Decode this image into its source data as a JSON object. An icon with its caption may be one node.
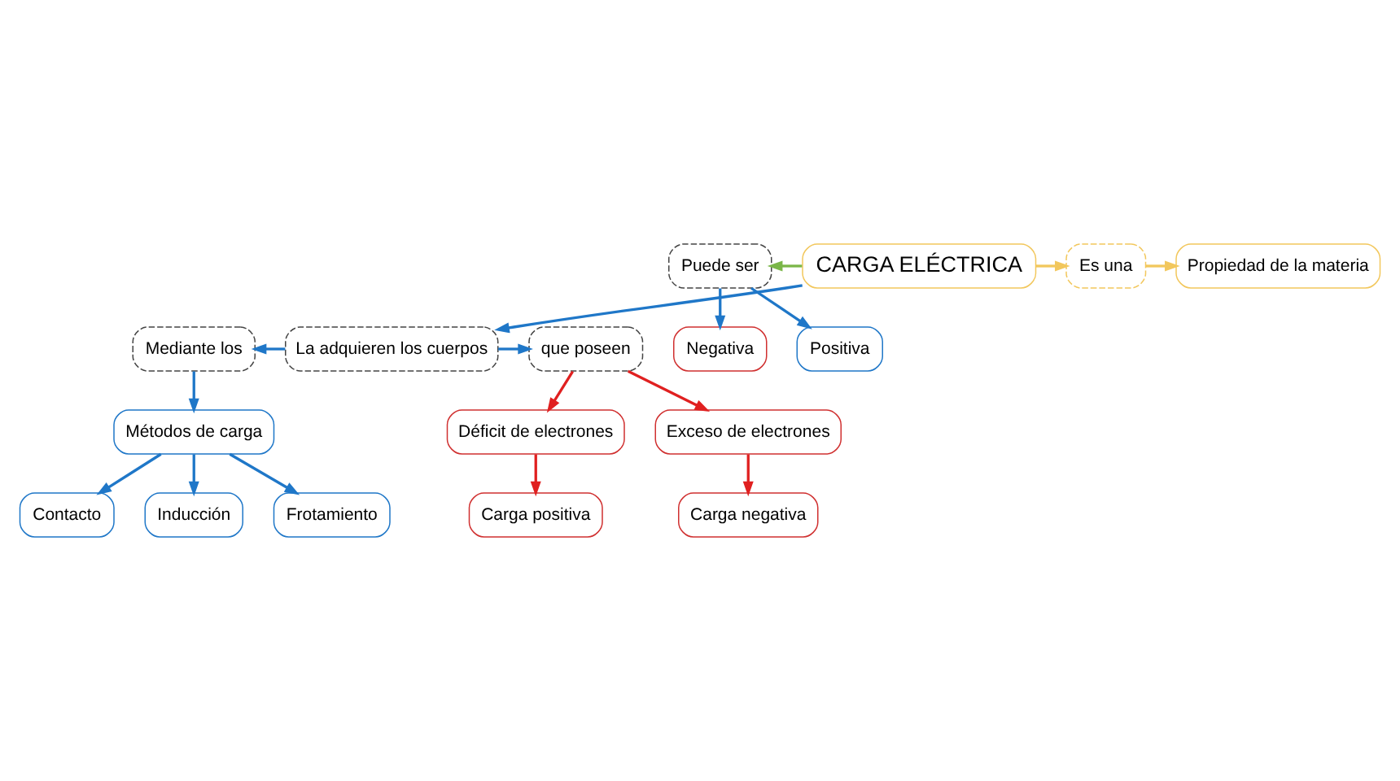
{
  "diagram": {
    "nodes": [
      {
        "text": [
          "CARGA ELÉCTRICA"
        ]
      },
      {
        "text": [
          "Puede ser"
        ]
      },
      {
        "text": [
          "Positiva"
        ]
      },
      {
        "text": [
          "Negativa"
        ]
      },
      {
        "text": [
          "Es una"
        ]
      },
      {
        "text": [
          "Propiedad de la materia"
        ]
      },
      {
        "text": [
          "La adquieren los cuerpos"
        ]
      },
      {
        "text": [
          "Mediante los"
        ]
      },
      {
        "text": [
          "que poseen"
        ]
      },
      {
        "text": [
          "Métodos de carga"
        ]
      },
      {
        "text": [
          "Frotamiento"
        ]
      },
      {
        "text": [
          "Contacto"
        ]
      },
      {
        "text": [
          "Inducción"
        ]
      },
      {
        "text": [
          "Exceso de electrones"
        ]
      },
      {
        "text": [
          "Déficit de electrones"
        ]
      },
      {
        "text": [
          "Carga negativa"
        ]
      },
      {
        "text": [
          "Carga positiva"
        ]
      }
    ],
    "edges": [
      {
        "from": 0,
        "to": 1,
        "arrow": "to",
        "color": "#7ab648"
      },
      {
        "from": 1,
        "to": 2,
        "arrow": "to"
      },
      {
        "from": 1,
        "to": 3,
        "arrow": "to"
      },
      {
        "from": 0,
        "to": 4,
        "arrow": "to",
        "color": "#f2c75c"
      },
      {
        "from": 4,
        "to": 5,
        "arrow": "to",
        "color": "#f2c75c"
      },
      {
        "from": 0,
        "to": 6,
        "arrow": "to"
      },
      {
        "from": 6,
        "to": 7,
        "arrow": "to"
      },
      {
        "from": 6,
        "to": 8,
        "arrow": "to"
      },
      {
        "from": 7,
        "to": 9,
        "arrow": "to"
      },
      {
        "from": 9,
        "to": 10,
        "arrow": "to"
      },
      {
        "from": 9,
        "to": 11,
        "arrow": "to"
      },
      {
        "from": 9,
        "to": 12,
        "arrow": "to"
      },
      {
        "from": 8,
        "to": 13,
        "arrow": "to",
        "color": "#e02020"
      },
      {
        "from": 8,
        "to": 14,
        "arrow": "to",
        "color": "#e02020"
      },
      {
        "from": 13,
        "to": 15,
        "arrow": "to",
        "color": "#e02020"
      },
      {
        "from": 14,
        "to": 16,
        "arrow": "to",
        "color": "#e02020"
      }
    ]
  }
}
